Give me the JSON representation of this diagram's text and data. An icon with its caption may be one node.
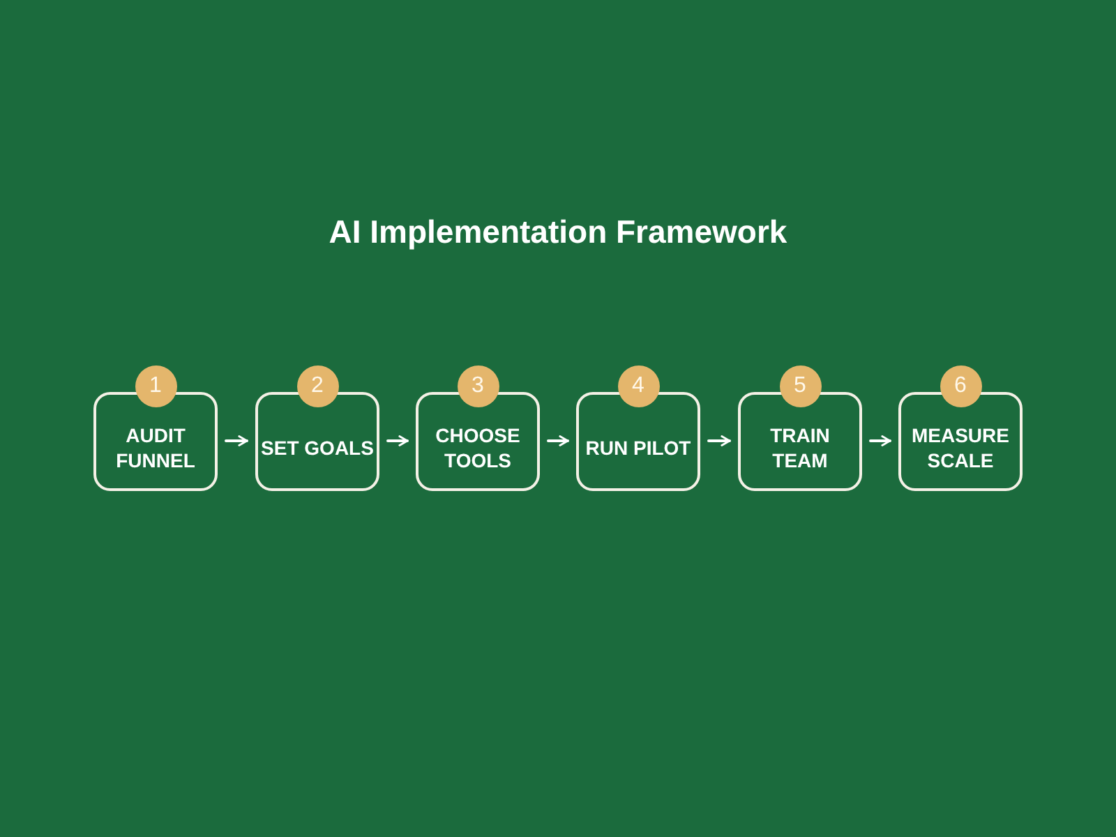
{
  "diagram": {
    "title": "AI Implementation Framework",
    "nodes": [
      {
        "text": [
          "1",
          "AUDIT FUNNEL"
        ]
      },
      {
        "text": [
          "2",
          "SET GOALS"
        ]
      },
      {
        "text": [
          "3",
          "CHOOSE TOOLS"
        ]
      },
      {
        "text": [
          "4",
          "RUN PILOT"
        ]
      },
      {
        "text": [
          "5",
          "TRAIN TEAM"
        ]
      },
      {
        "text": [
          "6",
          "MEASURE SCALE"
        ]
      }
    ],
    "edges": [
      {
        "from": 0,
        "to": 1,
        "arrow": "to"
      },
      {
        "from": 1,
        "to": 2,
        "arrow": "to"
      },
      {
        "from": 2,
        "to": 3,
        "arrow": "to"
      },
      {
        "from": 3,
        "to": 4,
        "arrow": "to"
      },
      {
        "from": 4,
        "to": 5,
        "arrow": "to"
      }
    ]
  }
}
